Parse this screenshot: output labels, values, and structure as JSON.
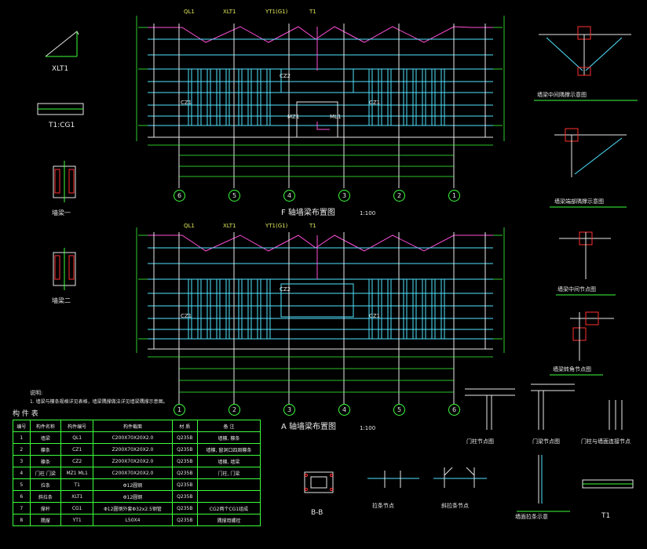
{
  "views": {
    "f_axis": {
      "title": "F 轴墙梁布置图",
      "scale": "1:100",
      "axes": [
        "6",
        "5",
        "4",
        "3",
        "2",
        "1"
      ]
    },
    "a_axis": {
      "title": "A 轴墙梁布置图",
      "scale": "1:100",
      "axes": [
        "1",
        "2",
        "3",
        "4",
        "5",
        "6"
      ]
    }
  },
  "member_tags": {
    "top": [
      "QL1",
      "XLT1",
      "YT1(G1)",
      "T1"
    ],
    "labels": [
      "CZ1",
      "CZ2",
      "MZ1",
      "ML1"
    ]
  },
  "details": {
    "xlt1": "XLT1",
    "t1g1": "T1:CG1",
    "node1": "墙梁一",
    "node2": "墙梁二",
    "wall_mid_brace": "墙梁中间隅撑示意图",
    "wall_end_brace": "墙梁端部隅撑示意图",
    "wall_mid_node": "墙梁中间节点图",
    "wall_corner": "墙梁转角节点图",
    "door_col": "门柱节点图",
    "door_beam": "门梁节点图",
    "door_post": "门柱与墙面连接节点",
    "bb": "B-B",
    "tie_node": "拉条节点",
    "slant_tie": "斜拉条节点",
    "wall_tie": "墙面拉条示意",
    "t1": "T1",
    "note_title": "说明:",
    "note_text": "1. 墙梁与檩条规格详见表格，墙梁隅撑做法详见墙梁隅撑示意图。"
  },
  "parts_table": {
    "caption": "构 件 表",
    "headers": [
      "编号",
      "构件名称",
      "构件编号",
      "构件截面",
      "材 质",
      "备 注"
    ],
    "rows": [
      [
        "1",
        "墙梁",
        "QL1",
        "C200X70X20X2.0",
        "Q235B",
        "墙檩, 檩条"
      ],
      [
        "2",
        "檩条",
        "CZ1",
        "Z200X70X20X2.0",
        "Q235B",
        "墙檩, 窗洞口四周檩条"
      ],
      [
        "3",
        "檩条",
        "CZ2",
        "Z200X70X20X2.0",
        "Q235B",
        "墙檩, 墙梁"
      ],
      [
        "4",
        "门柱 门梁",
        "MZ1 ML1",
        "C200X70X20X2.0",
        "Q235B",
        "门柱, 门梁"
      ],
      [
        "5",
        "拉条",
        "T1",
        "Φ12圆钢",
        "Q235B",
        ""
      ],
      [
        "6",
        "斜拉条",
        "XLT1",
        "Φ12圆钢",
        "Q235B",
        ""
      ],
      [
        "7",
        "撑杆",
        "CG1",
        "Φ12圆钢外套Φ32x2.5钢管",
        "Q235B",
        "CG2两个CG1组成"
      ],
      [
        "8",
        "隅撑",
        "YT1",
        "L50X4",
        "Q235B",
        "隅撑用螺栓"
      ]
    ]
  }
}
